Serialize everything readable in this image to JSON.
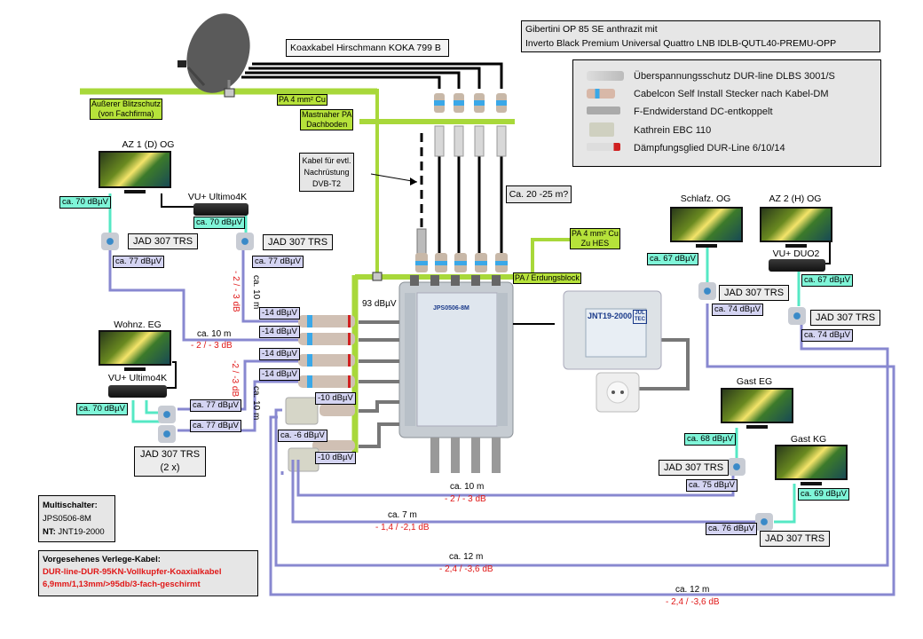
{
  "title_box": {
    "line1": "Gibertini OP 85 SE anthrazit mit",
    "line2": "Inverto Black Premium Universal Quattro LNB  IDLB-QUTL40-PREMU-OPP"
  },
  "cable_label": "Koaxkabel Hirschmann KOKA 799 B",
  "legend": {
    "items": [
      {
        "icon": "surge-protector-icon",
        "label": "Überspannungsschutz DUR-line DLBS 3001/S"
      },
      {
        "icon": "f-connector-icon",
        "label": "Cabelcon Self Install Stecker nach Kabel-DM"
      },
      {
        "icon": "terminator-icon",
        "label": "F-Endwiderstand DC-entkoppelt"
      },
      {
        "icon": "splitter-icon",
        "label": "Kathrein EBC 110"
      },
      {
        "icon": "attenuator-icon",
        "label": "Dämpfungsglied DUR-Line 6/10/14"
      }
    ]
  },
  "grounding": {
    "outer_lightning": [
      "Außerer Blitzschutz",
      "(von Fachfirma)"
    ],
    "pa_4mm": "PA 4 mm² Cu",
    "mast_pa": [
      "Mastnaher PA",
      "Dachboden"
    ],
    "pa_hes": [
      "PA 4 mm² Cu",
      "Zu HES"
    ],
    "pa_block": "PA / Erdungsblock"
  },
  "dvbt2_note": [
    "Kabel für evtl.",
    "Nachrüstung",
    "DVB-T2"
  ],
  "length_note": "Ca. 20 -25 m?",
  "multiswitch": {
    "input_level": "93 dBµV",
    "model": "JPS0506-8M",
    "psu_model": "JNT19-2000",
    "psu_brand": [
      "JUL",
      "TEC"
    ],
    "outputs": [
      "-14 dBµV",
      "-14 dBµV",
      "-14 dBµV",
      "-14 dBµV",
      "-10 dBµV",
      "-10 dBµV"
    ],
    "splitter_level": "ca. -6 dBµV"
  },
  "rooms": [
    {
      "name": "AZ 1 (D) OG",
      "tv_level": "ca. 70 dBµV",
      "socket": "JAD 307 TRS",
      "socket_level": "ca. 77 dBµV"
    },
    {
      "name": "VU+ Ultimo4K",
      "tv_level": "ca. 70 dBµV",
      "socket": "JAD 307 TRS",
      "socket_level": "ca. 77 dBµV"
    },
    {
      "name": "Wohnz. EG",
      "receiver": "VU+ Ultimo4K",
      "tv_level": "ca. 70 dBµV",
      "socket": [
        "JAD 307 TRS",
        "(2 x)"
      ],
      "socket_levels": [
        "ca. 77 dBµV",
        "ca. 77 dBµV"
      ]
    },
    {
      "name": "Schlafz. OG",
      "tv_level": "ca. 67 dBµV",
      "socket": "JAD 307 TRS",
      "socket_level": "ca. 74 dBµV"
    },
    {
      "name": "AZ 2 (H) OG",
      "receiver": "VU+ DUO2",
      "tv_level": "ca. 67 dBµV",
      "socket": "JAD 307 TRS",
      "socket_level": "ca. 74 dBµV"
    },
    {
      "name": "Gast EG",
      "tv_level": "ca. 68 dBµV",
      "socket": "JAD 307 TRS",
      "socket_level": "ca. 75 dBµV"
    },
    {
      "name": "Gast KG",
      "tv_level": "ca. 69 dBµV",
      "socket": "JAD 307 TRS",
      "socket_level": "ca. 76 dBµV"
    }
  ],
  "runs": [
    {
      "length": "ca. 10 m",
      "loss": "- 2 / - 3 dB"
    },
    {
      "length": "ca. 10 m",
      "loss": "- 2 / - 3 dB"
    },
    {
      "length": "ca. 10 m",
      "loss": "-2 / -3 dB"
    },
    {
      "length": "ca. 10 m",
      "loss": "- 2 / - 3 dB"
    },
    {
      "length": "ca. 7 m",
      "loss": "- 1,4 / -2,1 dB"
    },
    {
      "length": "ca. 12 m",
      "loss": "- 2,4 / -3,6 dB"
    },
    {
      "length": "ca. 12 m",
      "loss": "- 2,4 / -3,6 dB"
    }
  ],
  "info_multiswitch": {
    "heading": "Multischalter:",
    "model": "JPS0506-8M",
    "nt_label": "NT:",
    "nt_value": "JNT19-2000"
  },
  "info_cable": {
    "heading": "Vorgesehenes Verlege-Kabel:",
    "line1": "DUR-line-DUR-95KN-Vollkupfer-Koaxialkabel",
    "line2": "6,9mm/1,13mm/>95db/3-fach-geschirmt"
  },
  "colors": {
    "ground": "#a8d83a",
    "coax_home": "#8888d0",
    "tv_patch": "#55e8c4",
    "loss_red": "#e01818"
  }
}
